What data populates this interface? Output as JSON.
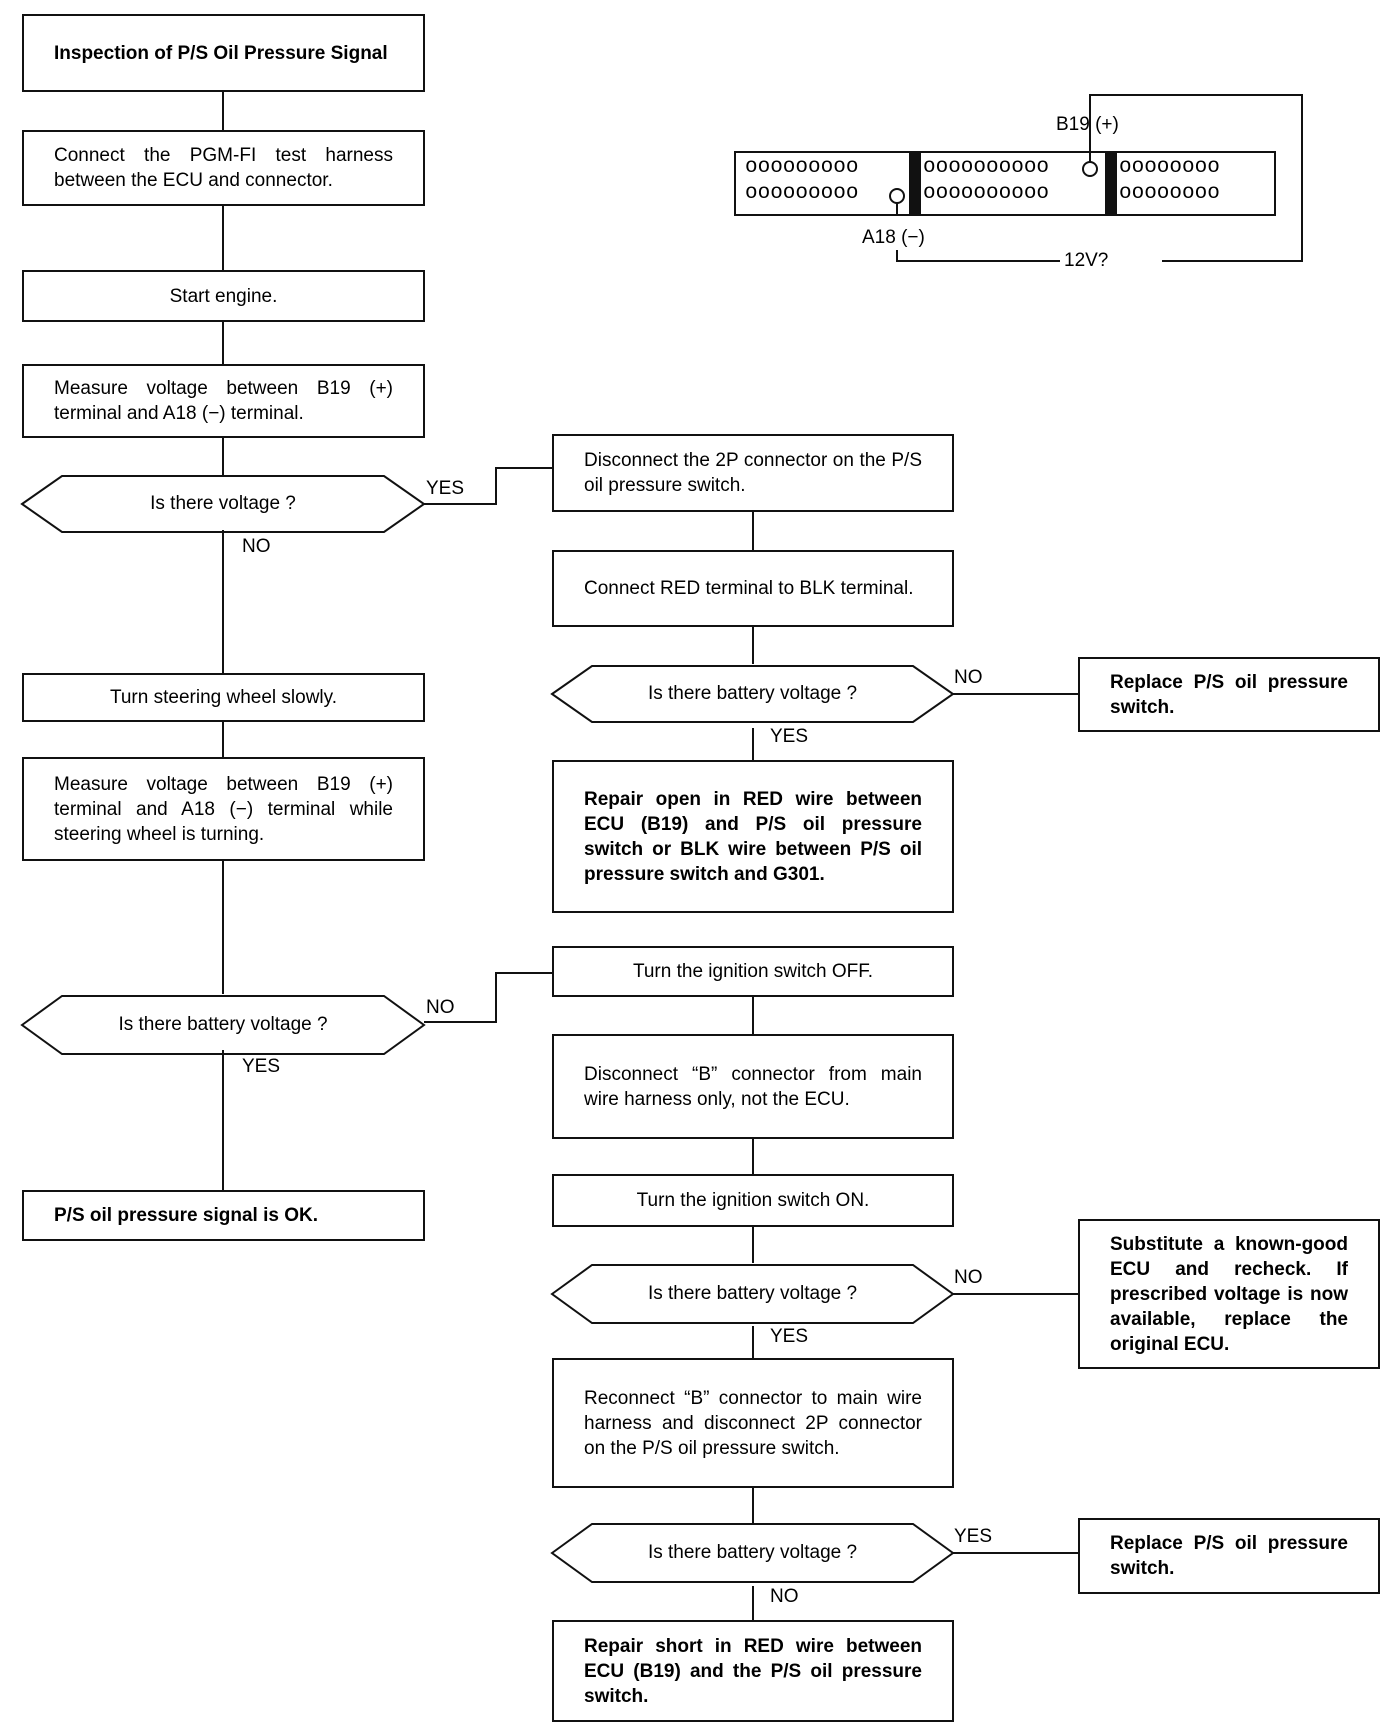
{
  "steps": {
    "title": "Inspection of P/S Oil Pressure Signal",
    "connect_harness": "Connect the PGM-FI test harness between the ECU and connector.",
    "start_engine": "Start engine.",
    "measure_voltage": "Measure voltage between B19 (+) terminal and A18 (−) terminal.",
    "turn_wheel": "Turn steering wheel slowly.",
    "measure_while_turning": "Measure voltage between B19 (+) terminal and A18 (−) terminal while steering wheel is turning.",
    "signal_ok": "P/S oil pressure signal is OK.",
    "disconnect_2p": "Disconnect the 2P connector on the P/S oil pressure switch.",
    "connect_red_blk": "Connect RED terminal to BLK terminal.",
    "repair_open": "Repair open in RED wire between ECU (B19) and P/S oil pressure switch or BLK wire between P/S oil pressure switch and G301.",
    "replace_switch_1": "Replace P/S oil pressure switch.",
    "ignition_off": "Turn the ignition switch OFF.",
    "disconnect_b": "Disconnect “B” connector from main wire harness only, not the ECU.",
    "ignition_on": "Turn the ignition switch ON.",
    "substitute_ecu": "Substitute a known-good ECU and recheck. If prescribed voltage is now available, replace the original ECU.",
    "reconnect_b": "Reconnect “B” connector to main wire harness and disconnect 2P connector on the P/S oil pressure switch.",
    "replace_switch_2": "Replace P/S oil pressure switch.",
    "repair_short": "Repair short in RED wire between ECU (B19) and the P/S oil pressure switch."
  },
  "decisions": {
    "is_voltage": "Is there voltage ?",
    "battery_voltage_1": "Is there battery voltage ?",
    "battery_voltage_2": "Is there battery voltage ?",
    "battery_voltage_3": "Is there battery voltage ?",
    "battery_voltage_4": "Is there battery voltage ?"
  },
  "branch_labels": {
    "d1_yes": "YES",
    "d1_no": "NO",
    "d2_no": "NO",
    "d2_yes": "YES",
    "d3_no": "NO",
    "d3_yes": "YES",
    "d4_no": "NO",
    "d4_yes": "YES",
    "d5_yes": "YES",
    "d5_no": "NO"
  },
  "connector": {
    "b19": "B19 (+)",
    "a18": "A18 (−)",
    "voltage": "12V?",
    "row_left_top": "ooooooooo",
    "row_left_bottom": "ooooooooo",
    "row_mid_top": "oooooooooo",
    "row_mid_bottom": "oooooooooo",
    "row_right_top": "oooooooo",
    "row_right_bottom": "oooooooo"
  }
}
